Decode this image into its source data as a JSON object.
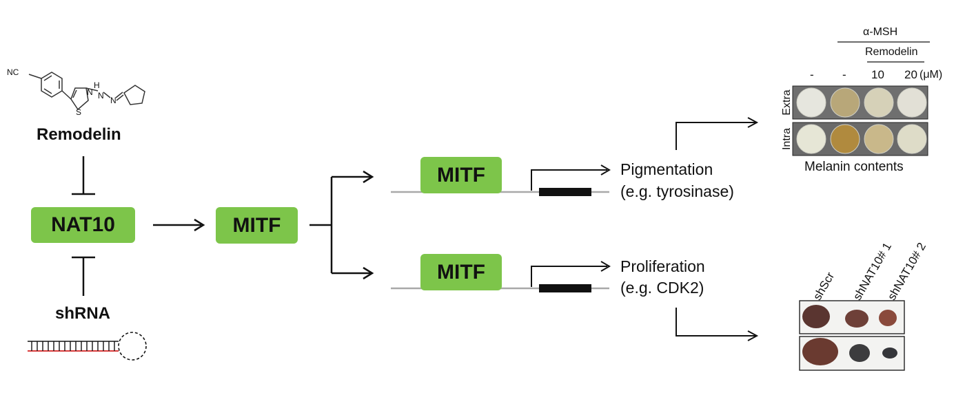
{
  "compound": {
    "name": "Remodelin",
    "nitrile_label": "NC",
    "nh_label": "H",
    "n_label": "N",
    "s_label": "S"
  },
  "nat10": {
    "label": "NAT10"
  },
  "shrna": {
    "label": "shRNA"
  },
  "mitf": {
    "main_label": "MITF",
    "top_label": "MITF",
    "bottom_label": "MITF"
  },
  "outcomes": {
    "pigmentation": {
      "line1": "Pigmentation",
      "line2": "(e.g. tyrosinase)"
    },
    "proliferation": {
      "line1": "Proliferation",
      "line2": "(e.g. CDK2)"
    }
  },
  "melanin_panel": {
    "treatment_label": "α-MSH",
    "inhibitor_label": "Remodelin",
    "lanes": [
      "-",
      "-",
      "10",
      "20"
    ],
    "unit": "(μM)",
    "row_labels": [
      "Extra",
      "Intra"
    ],
    "caption": "Melanin contents"
  },
  "tumor_panel": {
    "columns": [
      "shScr",
      "shNAT10# 1",
      "shNAT10# 2"
    ]
  },
  "colors": {
    "box_green": "#7dc54a",
    "gene_line": "#a8a8a8",
    "shrna_red": "#d42020"
  }
}
